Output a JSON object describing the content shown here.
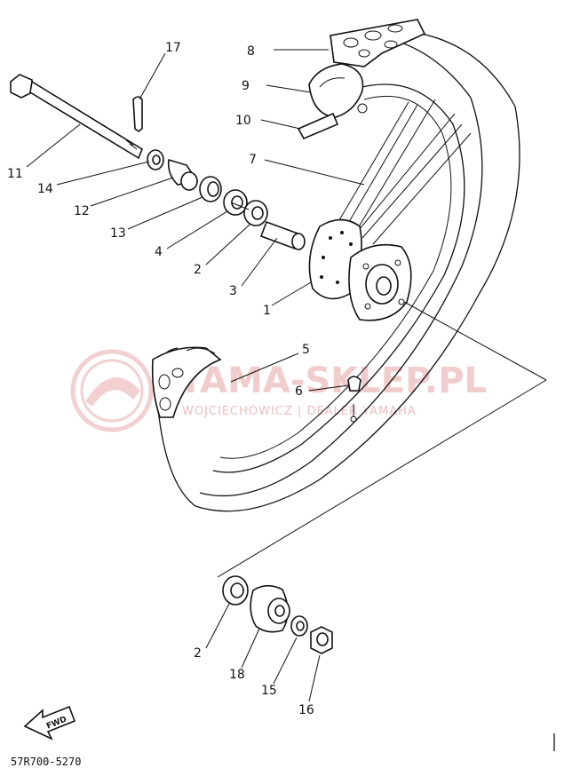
{
  "diagram": {
    "part_code": "57R700-5270",
    "fwd_label": "FWD",
    "callouts": {
      "c1": "1",
      "c2a": "2",
      "c2b": "2",
      "c3": "3",
      "c4": "4",
      "c5": "5",
      "c6": "6",
      "c7": "7",
      "c8": "8",
      "c9": "9",
      "c10": "10",
      "c11": "11",
      "c12": "12",
      "c13": "13",
      "c14": "14",
      "c15": "15",
      "c16": "16",
      "c17": "17",
      "c18": "18"
    }
  },
  "watermark": {
    "main": "YAMA-SKLEP.PL",
    "sub": "WOJCIECHOWICZ | DEALER YAMAHA",
    "color": "#e6a3a3"
  }
}
